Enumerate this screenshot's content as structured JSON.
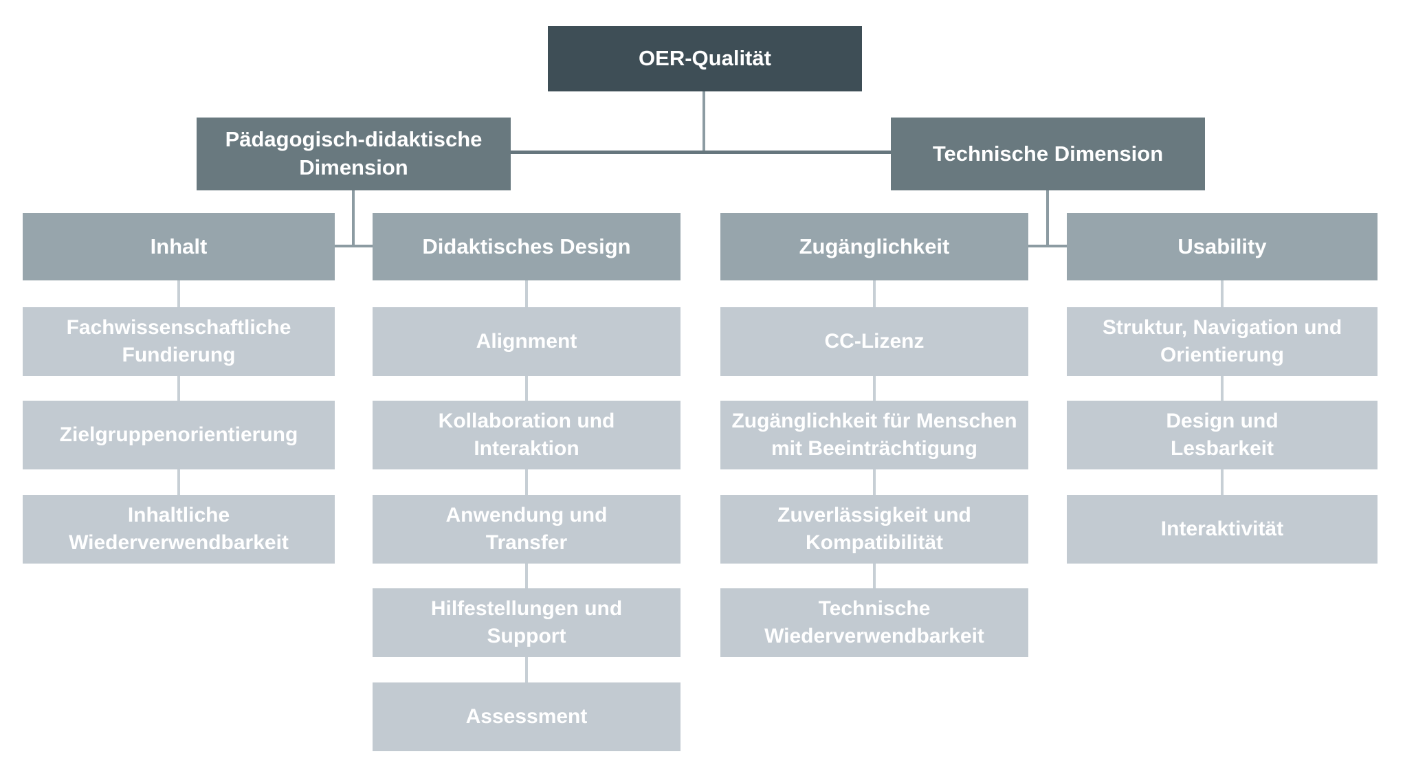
{
  "title": "OER-Qualität",
  "colors": {
    "root_box": "#3e4e56",
    "dimension_box": "#69797f",
    "category_box": "#97a5ac",
    "item_box": "#c2cad1",
    "connector_dark": "#66767d",
    "connector_medium": "#8c9ba2",
    "connector_light": "#c7cfd5",
    "text": "#ffffff",
    "background": "#ffffff"
  },
  "diagram": {
    "root": "OER-Qualität",
    "branches": [
      {
        "label": "Pädagogisch-didaktische\nDimension",
        "columns": [
          {
            "header": "Inhalt",
            "items": [
              "Fachwissenschaftliche\nFundierung",
              "Zielgruppenorientierung",
              "Inhaltliche\nWiederverwendbarkeit"
            ]
          },
          {
            "header": "Didaktisches Design",
            "items": [
              "Alignment",
              "Kollaboration und\nInteraktion",
              "Anwendung und\nTransfer",
              "Hilfestellungen und\nSupport",
              "Assessment"
            ]
          }
        ]
      },
      {
        "label": "Technische Dimension",
        "columns": [
          {
            "header": "Zugänglichkeit",
            "items": [
              "CC-Lizenz",
              "Zugänglichkeit für Menschen\nmit Beeinträchtigung",
              "Zuverlässigkeit und\nKompatibilität",
              "Technische\nWiederverwendbarkeit"
            ]
          },
          {
            "header": "Usability",
            "items": [
              "Struktur, Navigation und\nOrientierung",
              "Design und\nLesbarkeit",
              "Interaktivität"
            ]
          }
        ]
      }
    ]
  }
}
